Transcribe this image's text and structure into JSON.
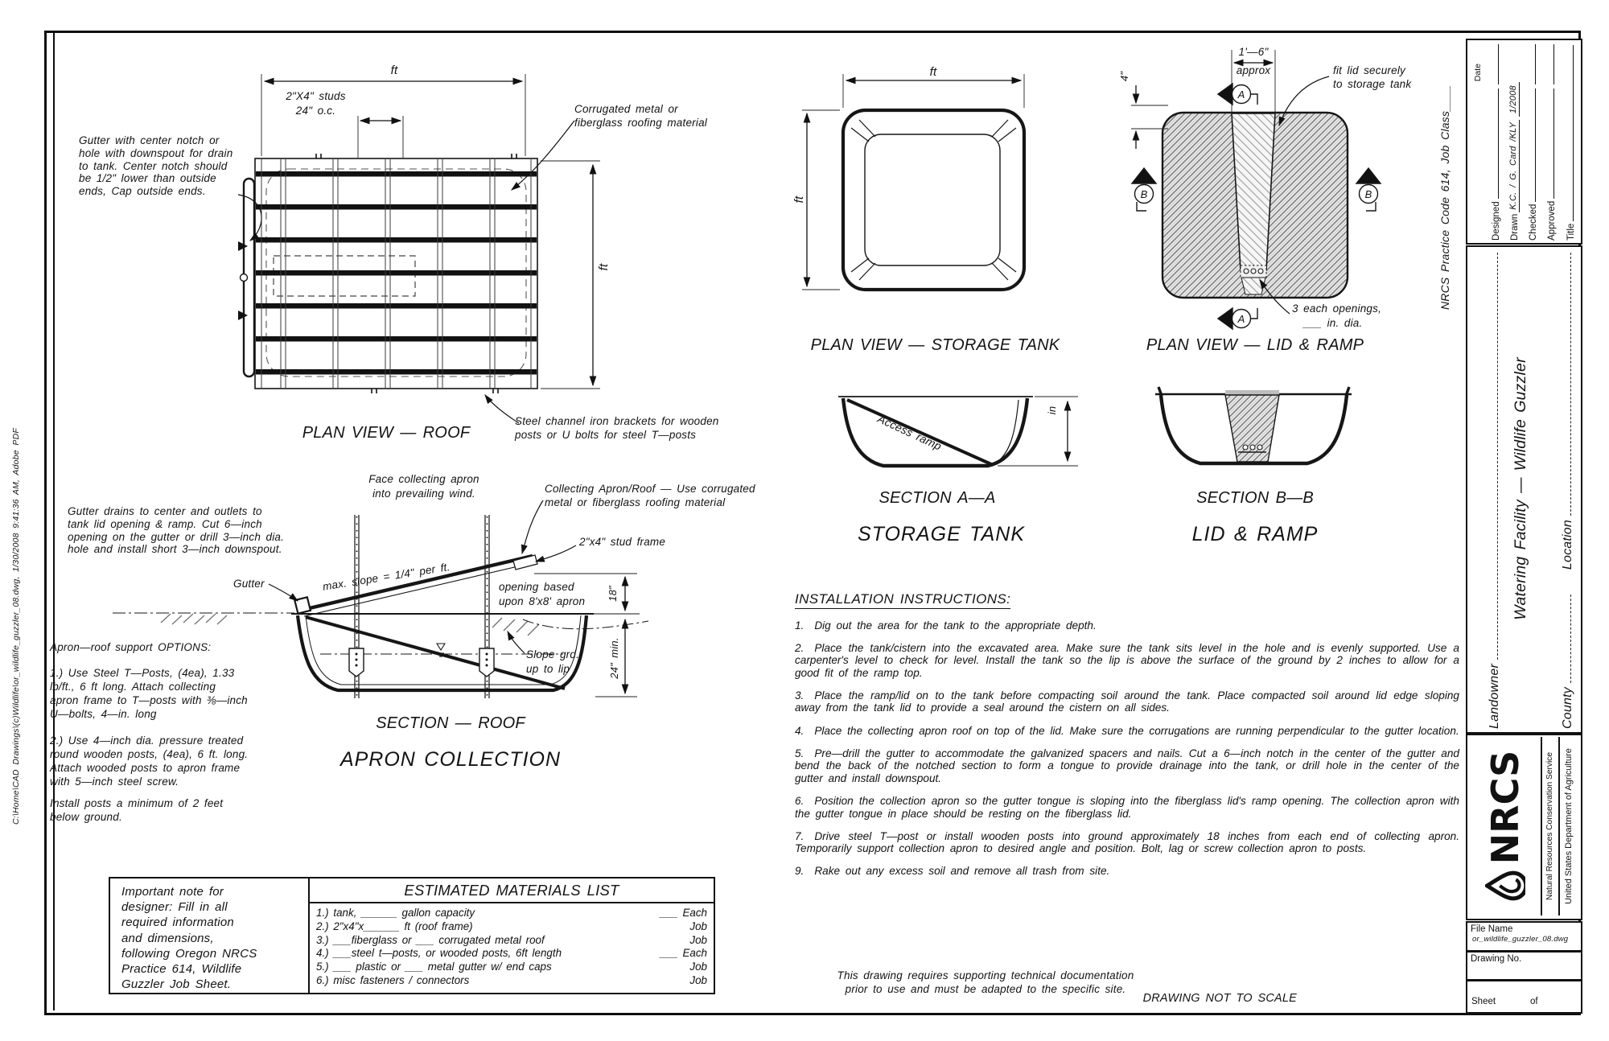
{
  "page": {
    "plot_stamp": "C:\\Home\\CAD Drawings\\(c)Wildlife\\or_wildlife_guzzler_08.dwg, 1/30/2008 9:41:36 AM, Adobe PDF",
    "not_to_scale": "DRAWING NOT TO SCALE",
    "adapt_note_line1": "This drawing requires supporting technical documentation",
    "adapt_note_line2": "prior to use and must be adapted to the specific site."
  },
  "roof_plan": {
    "title": "PLAN VIEW  —  ROOF",
    "dim_width": "ft",
    "dim_height": "ft",
    "studs_label_line1": "2\"X4\" studs",
    "studs_label_line2": "24\" o.c.",
    "roofing_callout_line1": "Corrugated metal or",
    "roofing_callout_line2": "fiberglass roofing material",
    "gutter_note": [
      "Gutter with center notch or",
      "hole with downspout  for drain",
      "to tank. Center notch should",
      "be 1/2\" lower than outside",
      "ends, Cap outside ends."
    ],
    "bracket_callout_line1": "Steel channel iron brackets for wooden",
    "bracket_callout_line2": "posts or U bolts  for steel T—posts"
  },
  "apron_section": {
    "title_section": "SECTION  —  ROOF",
    "title_main": "APRON  COLLECTION",
    "face_wind_line1": "Face collecting apron",
    "face_wind_line2": "into prevailing wind.",
    "drain_note": [
      "Gutter drains to center and outlets to",
      "tank lid opening & ramp. Cut 6—inch",
      "opening on the gutter or drill 3—inch dia.",
      "hole and install short 3—inch downspout."
    ],
    "collecting_callout_line1": "Collecting Apron/Roof — Use corrugated",
    "collecting_callout_line2": "metal or fiberglass roofing material",
    "stud_frame_callout": "2\"x4\" stud frame",
    "gutter_label": "Gutter",
    "slope_label": "max. slope = 1/4\" per ft.",
    "opening_line1": "opening based",
    "opening_line2": "upon 8'x8' apron",
    "dim_18": "18\"",
    "dim_24": "24\" min.",
    "slope_grade_line1": "Slope grd.",
    "slope_grade_line2": "up to lip",
    "options_heading": "Apron—roof support OPTIONS:",
    "option1": [
      "1.) Use Steel T—Posts, (4ea), 1.33",
      "lb/ft., 6 ft long.  Attach collecting",
      "apron frame to T—posts with ⅜—inch",
      "U—bolts, 4—in. long"
    ],
    "option2": [
      "2.) Use 4—inch dia. pressure treated",
      "round wooden posts, (4ea), 6 ft. long.",
      "Attach wooded posts to apron frame",
      "with 5—inch steel screw."
    ],
    "option3": [
      "Install posts a minimum of 2 feet",
      "below ground."
    ]
  },
  "tank_plan": {
    "title": "PLAN VIEW  —  STORAGE TANK",
    "dim_width": "ft",
    "dim_height": "ft"
  },
  "tank_section": {
    "title": "SECTION A—A",
    "subtitle": "STORAGE TANK",
    "ramp_label": "Access ramp",
    "dim_depth": "in"
  },
  "lid_plan": {
    "title": "PLAN VIEW  —  LID & RAMP",
    "dim_width_line1": "1'—6\"",
    "dim_width_line2": "approx",
    "dim_edge": "4\"",
    "fit_callout_line1": "fit lid securely",
    "fit_callout_line2": "to storage tank",
    "openings_line1": "3 each openings,",
    "openings_line2": "___ in. dia.",
    "marker_a": "A",
    "marker_b": "B"
  },
  "lid_section": {
    "title": "SECTION B—B",
    "subtitle": "LID & RAMP"
  },
  "instructions": {
    "heading": "INSTALLATION INSTRUCTIONS:",
    "items": [
      {
        "num": "1.",
        "text": "Dig out the area for the tank to the appropriate depth."
      },
      {
        "num": "2.",
        "text": "Place the tank/cistern into the excavated area.  Make sure the tank sits level in the hole and is evenly supported.  Use a carpenter's level to check for level.  Install the tank so the lip is above the surface of the ground by 2 inches to allow for a good fit of the ramp top."
      },
      {
        "num": "3.",
        "text": "Place the ramp/lid on to the tank before compacting soil around the tank.  Place compacted soil around lid edge sloping away from the tank lid to provide a seal around the cistern on all sides."
      },
      {
        "num": "4.",
        "text": "Place the collecting apron roof on top of the lid.  Make sure the corrugations are running perpendicular to the gutter location."
      },
      {
        "num": "5.",
        "text": "Pre—drill the gutter to accommodate the galvanized spacers and nails.   Cut a 6—inch notch in the center of the gutter and bend the back of the notched section to form a tongue to provide drainage into the tank, or drill hole in the center of the gutter and install downspout."
      },
      {
        "num": "6.",
        "text": "Position the collection apron so the gutter tongue is sloping into the fiberglass lid's ramp opening. The collection apron with the gutter tongue in place should be resting on the fiberglass lid."
      },
      {
        "num": "7.",
        "text": "Drive steel T—post or install wooden posts into ground approximately 18 inches from each end of collecting apron.  Temporarily support collection apron to desired angle and position. Bolt, lag or screw collection apron to posts."
      },
      {
        "num": "9.",
        "text": "Rake out any excess soil and remove all trash from site."
      }
    ]
  },
  "materials": {
    "designer_note": [
      "Important note for",
      "designer: Fill in all",
      "required information",
      "and dimensions,",
      "following Oregon NRCS",
      "Practice 614, Wildlife",
      "Guzzler Job Sheet."
    ],
    "header": "ESTIMATED  MATERIALS  LIST",
    "rows": [
      {
        "item": "1.) tank, ______ gallon capacity",
        "unit": "___ Each"
      },
      {
        "item": "2.) 2\"x4\"x______ ft (roof frame)",
        "unit": "Job"
      },
      {
        "item": "3.) ___fiberglass or ___ corrugated metal roof",
        "unit": "Job"
      },
      {
        "item": "4.) ___steel t—posts, or wooded posts, 6ft length",
        "unit": "___ Each"
      },
      {
        "item": "5.) ___ plastic or ___  metal gutter w/ end caps",
        "unit": "Job"
      },
      {
        "item": "6.) misc fasteners / connectors",
        "unit": "Job"
      }
    ]
  },
  "titleblock": {
    "practice_code": "NRCS  Practice  Code  614,  Job  Class____",
    "date_label": "Date",
    "designed": "Designed",
    "drawn": "Drawn",
    "drawn_by": "K.C. / G. Card /KLY",
    "date_value": "1/2008",
    "checked": "Checked",
    "approved": "Approved",
    "title_label": "Title",
    "landowner": "Landowner",
    "project": "Watering Facility  —  Wildlife Guzzler",
    "county": "County",
    "location": "Location",
    "agency_acronym": "NRCS",
    "agency_line1": "Natural Resources Conservation Service",
    "agency_line2": "United States Department of Agriculture",
    "file_name_label": "File Name",
    "file_name": "or_wildlife_guzzler_08.dwg",
    "drawing_no_label": "Drawing No.",
    "sheet_label": "Sheet",
    "of_label": "of"
  }
}
